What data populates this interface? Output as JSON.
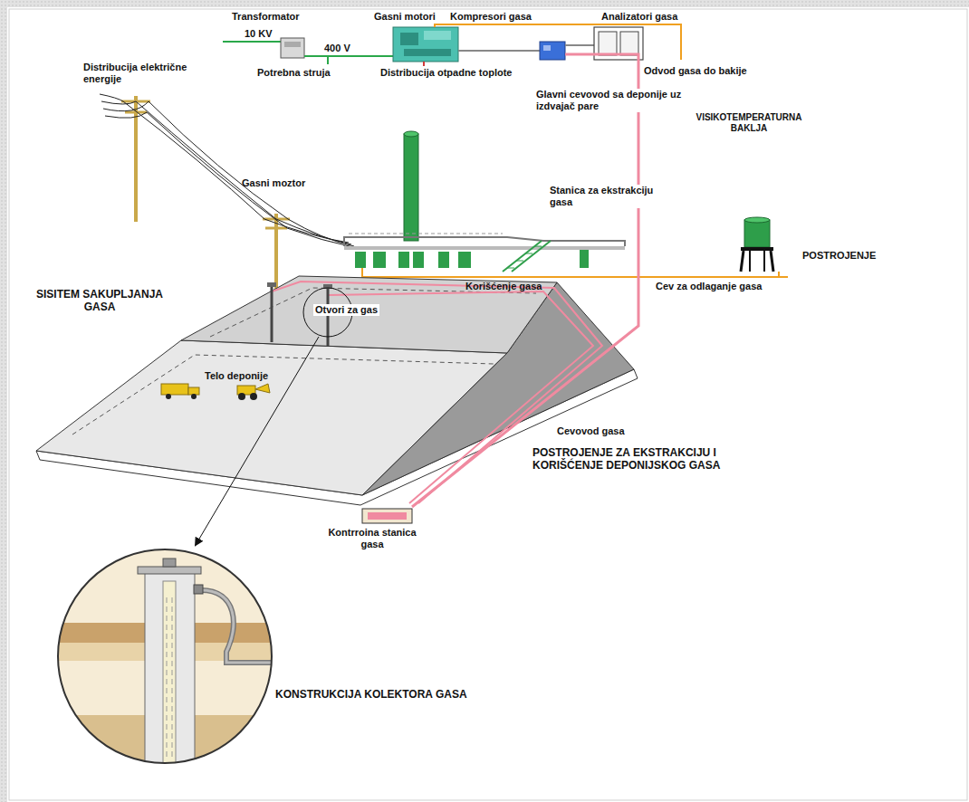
{
  "diagram": {
    "labels": [
      "Transformator",
      "10 KV",
      "400 V",
      "Gasni motori",
      "Kompresori gasa",
      "Analizatori gasa",
      "Distribucija električne energije",
      "Potrebna struja",
      "Distribucija otpadne toplote",
      "Odvod gasa do bakije",
      "Glavni cevovod sa deponije uz izdvajač pare",
      "Gasni moztor",
      "Stanica za ekstrakciju gasa",
      "VISIKOTEMPERATURNA BAKLJA",
      "POSTROJENJE",
      "Korišćenje gasa",
      "Cev za odlaganje gasa",
      "SISITEM SAKUPLJANJA GASA",
      "Otvori za gas",
      "Telo deponije",
      "Cevovod gasa",
      "POSTROJENJE ZA EKSTRAKCIJU I KORIŠĆENJE DEPONIJSKOG GASA",
      "Kontrroina stanica gasa",
      "KONSTRUKCIJA KOLEKTORA GASA"
    ]
  }
}
